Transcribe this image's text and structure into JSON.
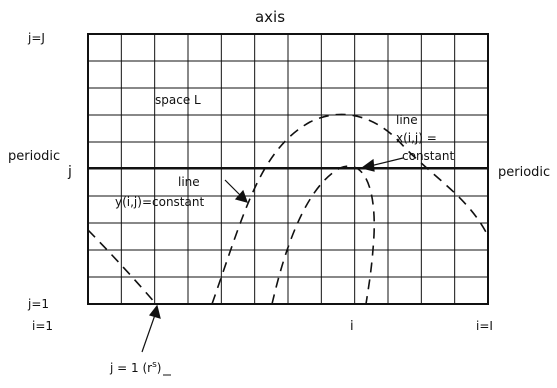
{
  "labels": {
    "top": "axis",
    "left": "periodic",
    "right": "periodic",
    "region": "space L",
    "j_top": "j=J",
    "j_mid": "j",
    "j_bottom": "j=1",
    "i_left": "i=1",
    "i_mid": "i",
    "i_right": "i=I",
    "line_x_1": "line",
    "line_x_2": "x(i,j) =",
    "line_x_3": "constant",
    "line_y_1": "line",
    "line_y_2": "y(i,j)=constant",
    "boundary": "j = 1 (r",
    "boundary_sup": "s",
    "boundary_close": ")"
  }
}
